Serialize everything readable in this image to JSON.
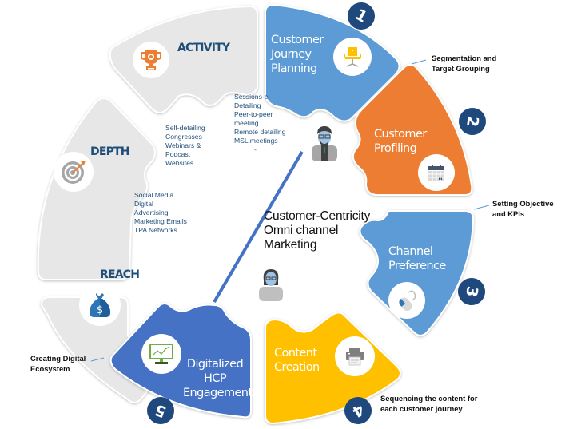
{
  "center": {
    "title_lines": [
      "Customer-Centricity",
      "Omni channel",
      "Marketing"
    ]
  },
  "segments": [
    {
      "id": "customer-journey-planning",
      "number": "1",
      "label_lines": [
        "Customer",
        "Journey",
        "Planning"
      ],
      "color": "#5b9bd5",
      "icon": "office-chair-icon"
    },
    {
      "id": "customer-profiling",
      "number": "2",
      "label_lines": [
        "Customer",
        "Profiling"
      ],
      "color": "#ed7d31",
      "icon": "calendar-icon"
    },
    {
      "id": "channel-preference",
      "number": "3",
      "label_lines": [
        "Channel",
        "Preference"
      ],
      "color": "#5b9bd5",
      "icon": "computer-mouse-icon"
    },
    {
      "id": "content-creation",
      "number": "4",
      "label_lines": [
        "Content",
        "Creation"
      ],
      "color": "#ffc000",
      "icon": "printer-icon"
    },
    {
      "id": "digitalized-hcp-engagement",
      "number": "5",
      "label_lines": [
        "Digitalized",
        "HCP",
        "Engagement"
      ],
      "color": "#4472c4",
      "icon": "monitor-chart-icon"
    }
  ],
  "grey_segments": [
    {
      "id": "activity",
      "label": "ACTIVITY",
      "icon": "trophy-icon"
    },
    {
      "id": "depth",
      "label": "DEPTH",
      "icon": "target-icon"
    },
    {
      "id": "reach",
      "label": "REACH",
      "icon": "money-bag-icon"
    }
  ],
  "lists": {
    "activity": [
      "Sessions-e-",
      "Detailing",
      "Peer-to-peer",
      "meeting",
      "Remote detailing",
      "MSL meetings",
      "-"
    ],
    "depth": [
      "Self-detailing",
      "Congresses",
      "Webinars &",
      "Podcast",
      "Websites"
    ],
    "reach": [
      "Social Media",
      "Digital",
      "Advertising",
      "Marketing Emails",
      "TPA Networks"
    ]
  },
  "callouts": {
    "segmentation": [
      "Segmentation and",
      "Target Grouping"
    ],
    "objective": [
      "Setting Objective",
      "and KPIs"
    ],
    "sequencing": [
      "Sequencing the content for",
      "each customer journey"
    ],
    "ecosystem": [
      "Creating Digital",
      "Ecosystem"
    ]
  },
  "colors": {
    "grey_segment": "#e7e7e7",
    "badge": "#1f497d",
    "list_text": "#1f4e79",
    "divider_line": "#4472c4"
  }
}
